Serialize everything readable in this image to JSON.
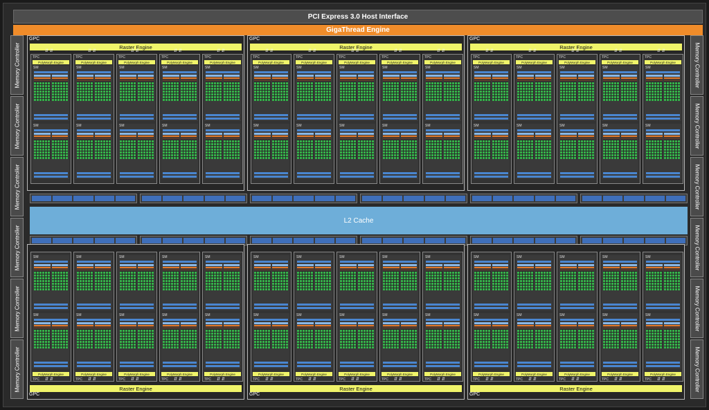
{
  "header": {
    "pcie": "PCI Express 3.0 Host Interface",
    "gigathread": "GigaThread Engine"
  },
  "l2": {
    "label": "L2 Cache"
  },
  "memory_controller_label": "Memory Controller",
  "gpc": {
    "label": "GPC",
    "raster_label": "Raster Engine"
  },
  "tpc": {
    "label": "TPC",
    "polymorph_label": "PolyMorph Engine",
    "arrows": "⇵ ⇵"
  },
  "sm": {
    "label": "SM"
  },
  "colors": {
    "pcie": "#4d4d4d",
    "gigathread": "#f08c2a",
    "l2": "#6eaed9",
    "raster": "#f0f46a",
    "cuda_core": "#35b24a",
    "crossbar": "#3f6fba"
  }
}
